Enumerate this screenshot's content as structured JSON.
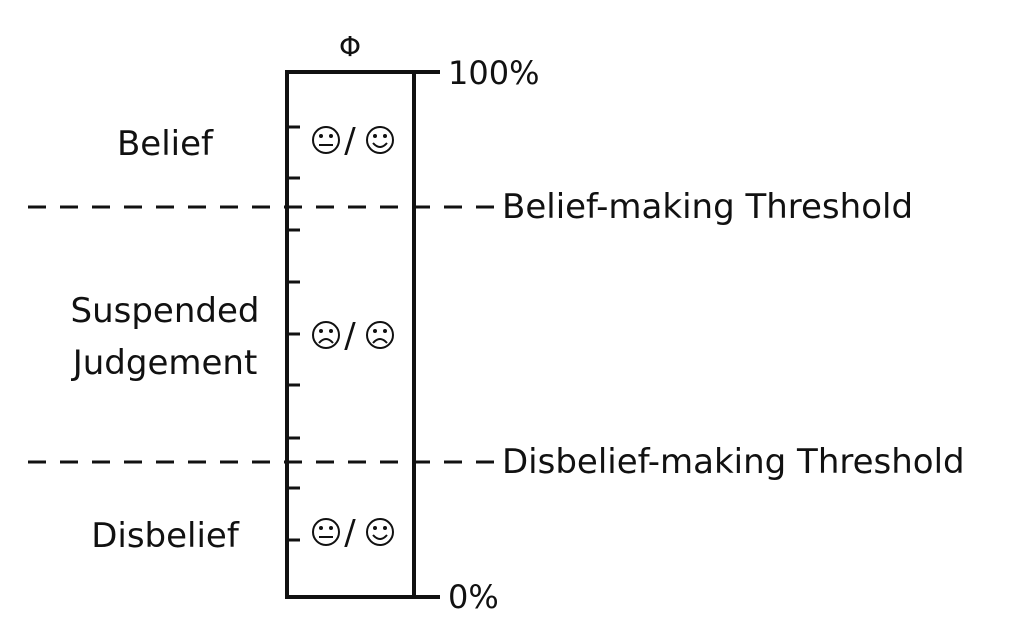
{
  "title": "Φ",
  "axis": {
    "top_label": "100%",
    "bottom_label": "0%"
  },
  "regions": [
    {
      "label_lines": [
        "Belief"
      ],
      "faces": [
        "neutral-face-icon",
        "smiling-face-icon"
      ],
      "separator": "/"
    },
    {
      "label_lines": [
        "Suspended",
        "Judgement"
      ],
      "faces": [
        "frowning-face-icon",
        "frowning-face-icon"
      ],
      "separator": "/"
    },
    {
      "label_lines": [
        "Disbelief"
      ],
      "faces": [
        "neutral-face-icon",
        "smiling-face-icon"
      ],
      "separator": "/"
    }
  ],
  "thresholds": [
    {
      "label": "Belief-making Threshold"
    },
    {
      "label": "Disbelief-making Threshold"
    }
  ]
}
